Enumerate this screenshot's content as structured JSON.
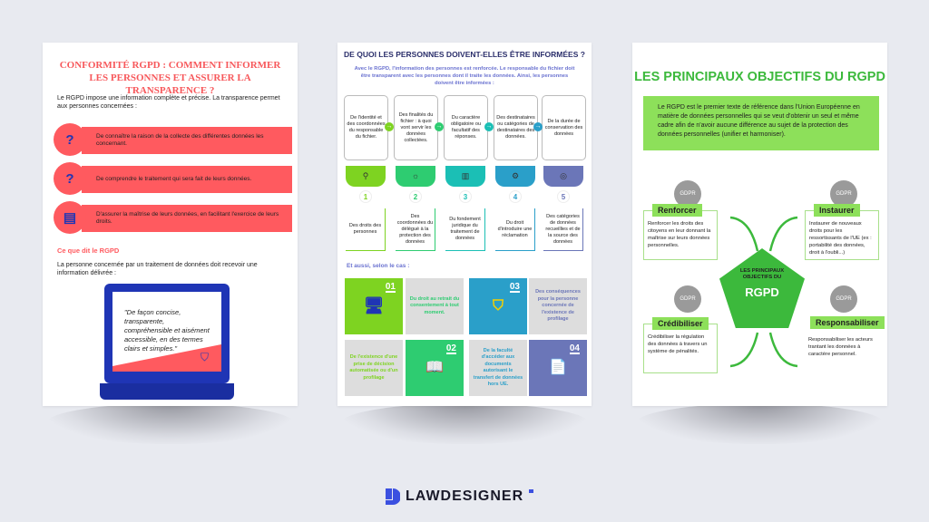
{
  "left": {
    "title": "CONFORMITÉ RGPD : COMMENT INFORMER LES PERSONNES ET ASSURER LA TRANSPARENCE ?",
    "intro": "Le RGPD impose une information complète et précise. La transparence permet aux personnes concernées :",
    "items": [
      {
        "text": "De connaître la raison de la collecte des différentes données les concernant.",
        "icon": "person-question-icon"
      },
      {
        "text": "De comprendre le traitement qui sera fait de leurs données.",
        "icon": "laptop-question-icon"
      },
      {
        "text": "D'assurer la maîtrise de leurs données, en facilitant l'exercice de leurs droits.",
        "icon": "id-card-search-icon"
      }
    ],
    "subheading": "Ce que dit le RGPD",
    "para": "La personne concernée par un traitement de données doit recevoir une information délivrée :",
    "quote": "\"De façon concise, transparente, compréhensible et aisément accessible, en des termes clairs et simples.\""
  },
  "middle": {
    "title": "DE QUOI LES PERSONNES DOIVENT-ELLES ÊTRE INFORMÉES ?",
    "subtitle": "Avec le RGPD, l'information des personnes est renforcée. Le responsable du fichier doit être transparent avec les personnes dont il traite les données. Ainsi, les personnes doivent être informées :",
    "boxes": [
      "De l'identité et des coordonnées du responsable du fichier.",
      "Des finalités du fichier : à quoi vont servir les données collectées.",
      "Du caractère obligatoire ou facultatif des réponses.",
      "Des destinataires ou catégories de destinataires des données.",
      "De la durée de conservation des données"
    ],
    "numbered": [
      {
        "num": "1",
        "text": "Des droits des personnes",
        "color": "#7ed321",
        "icon": "search-icon"
      },
      {
        "num": "2",
        "text": "Des coordonnées du délégué à la protection des données",
        "color": "#2ecc71",
        "icon": "lightbulb-icon"
      },
      {
        "num": "3",
        "text": "Du fondement juridique du traitement de données",
        "color": "#1bbfb5",
        "icon": "chart-icon"
      },
      {
        "num": "4",
        "text": "Du droit d'introduire une réclamation",
        "color": "#2a9fc9",
        "icon": "gears-icon"
      },
      {
        "num": "5",
        "text": "Des catégories de données recueillies et de la source des données",
        "color": "#6b76b8",
        "icon": "target-icon"
      }
    ],
    "also": "Et aussi, selon le cas :",
    "grid": {
      "n1": "01",
      "n2": "02",
      "n3": "03",
      "n4": "04",
      "t1": "Du droit au retrait du consentement à tout moment.",
      "t2": "Des conséquences pour la personne concernée de l'existence de profilage",
      "t3": "De l'existence d'une prise de décision automatisée ou d'un profilage",
      "t4": "De la faculté d'accéder aux documents autorisant le transfert de données hors UE."
    }
  },
  "right": {
    "title": "LES PRINCIPAUX OBJECTIFS DU RGPD",
    "intro": "Le RGPD est le premier texte de référence dans l'Union Européenne en matière de données personnelles qui se veut d'obtenir un seul et même cadre afin de n'avoir aucune différence au sujet de la protection des données personnelles (unifier et harmoniser).",
    "center_top": "LES PRINCIPAUX OBJECTIFS DU",
    "center_main": "RGPD",
    "objectives": [
      {
        "label": "Renforcer",
        "text": "Renforcer les droits des citoyens en leur donnant la maîtrise sur leurs données personnelles."
      },
      {
        "label": "Instaurer",
        "text": "Instaurer de nouveaux droits pour les ressortissants de l'UE (ex : portabilité des données, droit à l'oubli...)"
      },
      {
        "label": "Crédibiliser",
        "text": "Crédibiliser la régulation des données à travers un système de pénalités."
      },
      {
        "label": "Responsabiliser",
        "text": "Responsabiliser les acteurs trantant les données à caractère personnel."
      }
    ],
    "icon_label": "GDPR"
  },
  "logo": {
    "text": "LAWDESIGNER",
    "color": "#3b50e0"
  }
}
